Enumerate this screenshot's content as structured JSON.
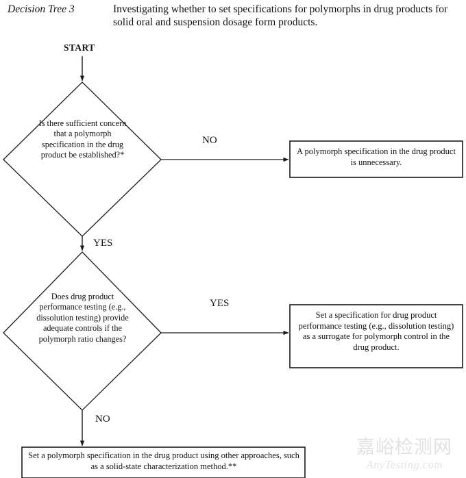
{
  "header": {
    "tree_label": "Decision Tree 3",
    "description": "Investigating whether to set specifications for polymorphs in drug products for solid oral and suspension dosage form products."
  },
  "flow": {
    "start_label": "START",
    "nodes": {
      "decision_1": "Is there sufficient concern that a polymorph specification in the drug product be established?*",
      "decision_2": "Does drug product performance testing (e.g., dissolution testing) provide adequate controls if the polymorph ratio changes?",
      "outcome_1": "A polymorph specification in the drug product is unnecessary.",
      "outcome_2": "Set a specification for drug product performance testing (e.g., dissolution testing) as a surrogate for polymorph control in the drug product.",
      "outcome_3": "Set a polymorph specification in the drug product using other approaches, such as a solid-state characterization method.**"
    },
    "edges": {
      "decision_1_no": "NO",
      "decision_1_yes": "YES",
      "decision_2_yes": "YES",
      "decision_2_no": "NO"
    }
  },
  "watermark": {
    "cn": "嘉峪检测网",
    "en": "AnyTesting.com"
  },
  "colors": {
    "stroke": "#1a1a1a",
    "background": "#ffffff",
    "text": "#111111",
    "watermark": "#e2e2e2"
  }
}
